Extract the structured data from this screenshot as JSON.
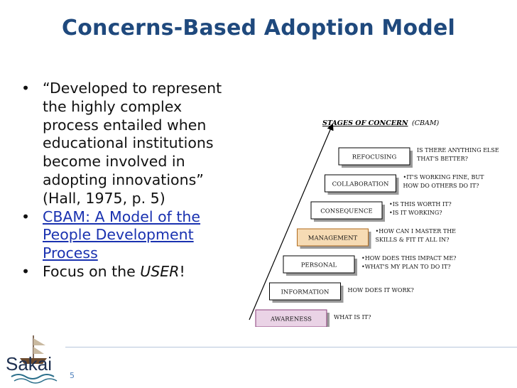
{
  "slide": {
    "title": "Concerns-Based Adoption Model",
    "page_number": "5",
    "logo_text": "Sakai"
  },
  "bullets": {
    "b1_lines": [
      "“Developed to represent",
      "the highly complex",
      "process entailed when",
      "educational institutions",
      "become involved in",
      "adopting innovations”",
      "(Hall, 1975, p. 5)"
    ],
    "b2_lines": [
      "CBAM: A Model of the",
      "People Development",
      "Process"
    ],
    "b3_prefix": "Focus on the ",
    "b3_emph": "USER",
    "b3_suffix": "!"
  },
  "diagram": {
    "heading": "STAGES OF CONCERN",
    "heading_tag": "(CBAM)",
    "stages": [
      "REFOCUSING",
      "COLLABORATION",
      "CONSEQUENCE",
      "MANAGEMENT",
      "PERSONAL",
      "INFORMATION",
      "AWARENESS"
    ],
    "concerns": [
      [
        "IS THERE ANYTHING ELSE",
        "THAT'S BETTER?"
      ],
      [
        "•IT'S WORKING FINE, BUT",
        "HOW DO OTHERS DO IT?"
      ],
      [
        "•IS THIS WORTH IT?",
        "•IS IT WORKING?"
      ],
      [
        "•HOW CAN I MASTER THE",
        "SKILLS & FIT IT ALL IN?"
      ],
      [
        "•HOW DOES THIS IMPACT ME?",
        "•WHAT'S MY PLAN TO DO IT?"
      ],
      [
        "HOW DOES IT WORK?"
      ],
      [
        "WHAT IS IT?"
      ]
    ],
    "colors": {
      "highlight_fill": "#f6dbb4",
      "highlight_stroke": "#b06b1e",
      "awareness_fill": "#ead3e6",
      "awareness_stroke": "#8a3e7a"
    }
  }
}
